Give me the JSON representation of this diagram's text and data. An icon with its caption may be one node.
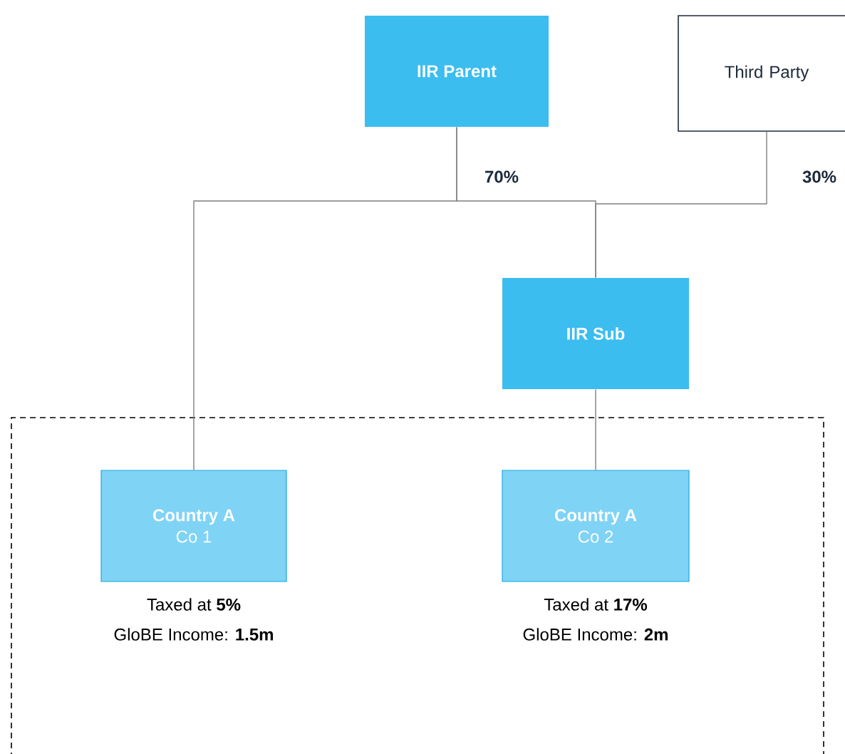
{
  "diagram": {
    "nodes": [
      {
        "text": [
          "IIR Parent"
        ]
      },
      {
        "text": [
          "Third Party"
        ]
      },
      {
        "text": [
          "IIR Sub"
        ]
      },
      {
        "text": [],
        "shape": "box"
      },
      {
        "text": [
          "Country A",
          "Co 1"
        ],
        "in": 3,
        "beside": [
          "Taxed at **5%**",
          "GloBE Income: **1.5m**"
        ]
      },
      {
        "text": [
          "Country A",
          "Co 2"
        ],
        "in": 3,
        "beside": [
          "Taxed at **17%**",
          "GloBE Income: **2m**"
        ]
      }
    ],
    "edges": [
      {
        "from": 0,
        "to": 2,
        "arrow": "none",
        "label": "70%"
      },
      {
        "from": 1,
        "to": 2,
        "arrow": "none",
        "label": "30%"
      },
      {
        "from": 0,
        "to": 4,
        "arrow": "none"
      },
      {
        "from": 2,
        "to": 5,
        "arrow": "none"
      }
    ]
  }
}
